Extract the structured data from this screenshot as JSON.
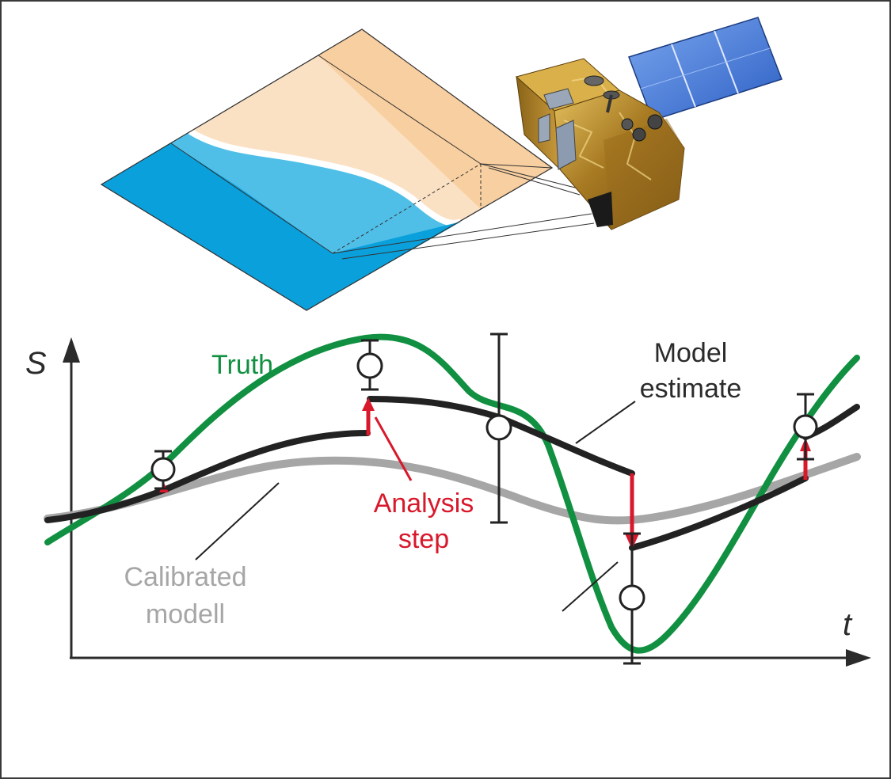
{
  "colors": {
    "truth": "#109040",
    "model": "#222222",
    "calibrated": "#a6a6a6",
    "analysis": "#d8182b",
    "sea_dark": "#0aa0dc",
    "sea_light": "#50bfe8",
    "land_light": "#fbe1c4",
    "land_dark": "#f8cfa0",
    "satellite_gold": "#b88a2a",
    "panel_blue": "#3f78d8"
  },
  "labels": {
    "axis_y": "S",
    "axis_x": "t",
    "truth": "Truth",
    "model_line1": "Model",
    "model_line2": "estimate",
    "analysis_line1": "Analysis",
    "analysis_line2": "step",
    "calibrated_line1": "Calibrated",
    "calibrated_line2": "modell"
  },
  "icons": {
    "satellite": "satellite-icon",
    "ground_scene": "coastline-terrain"
  }
}
